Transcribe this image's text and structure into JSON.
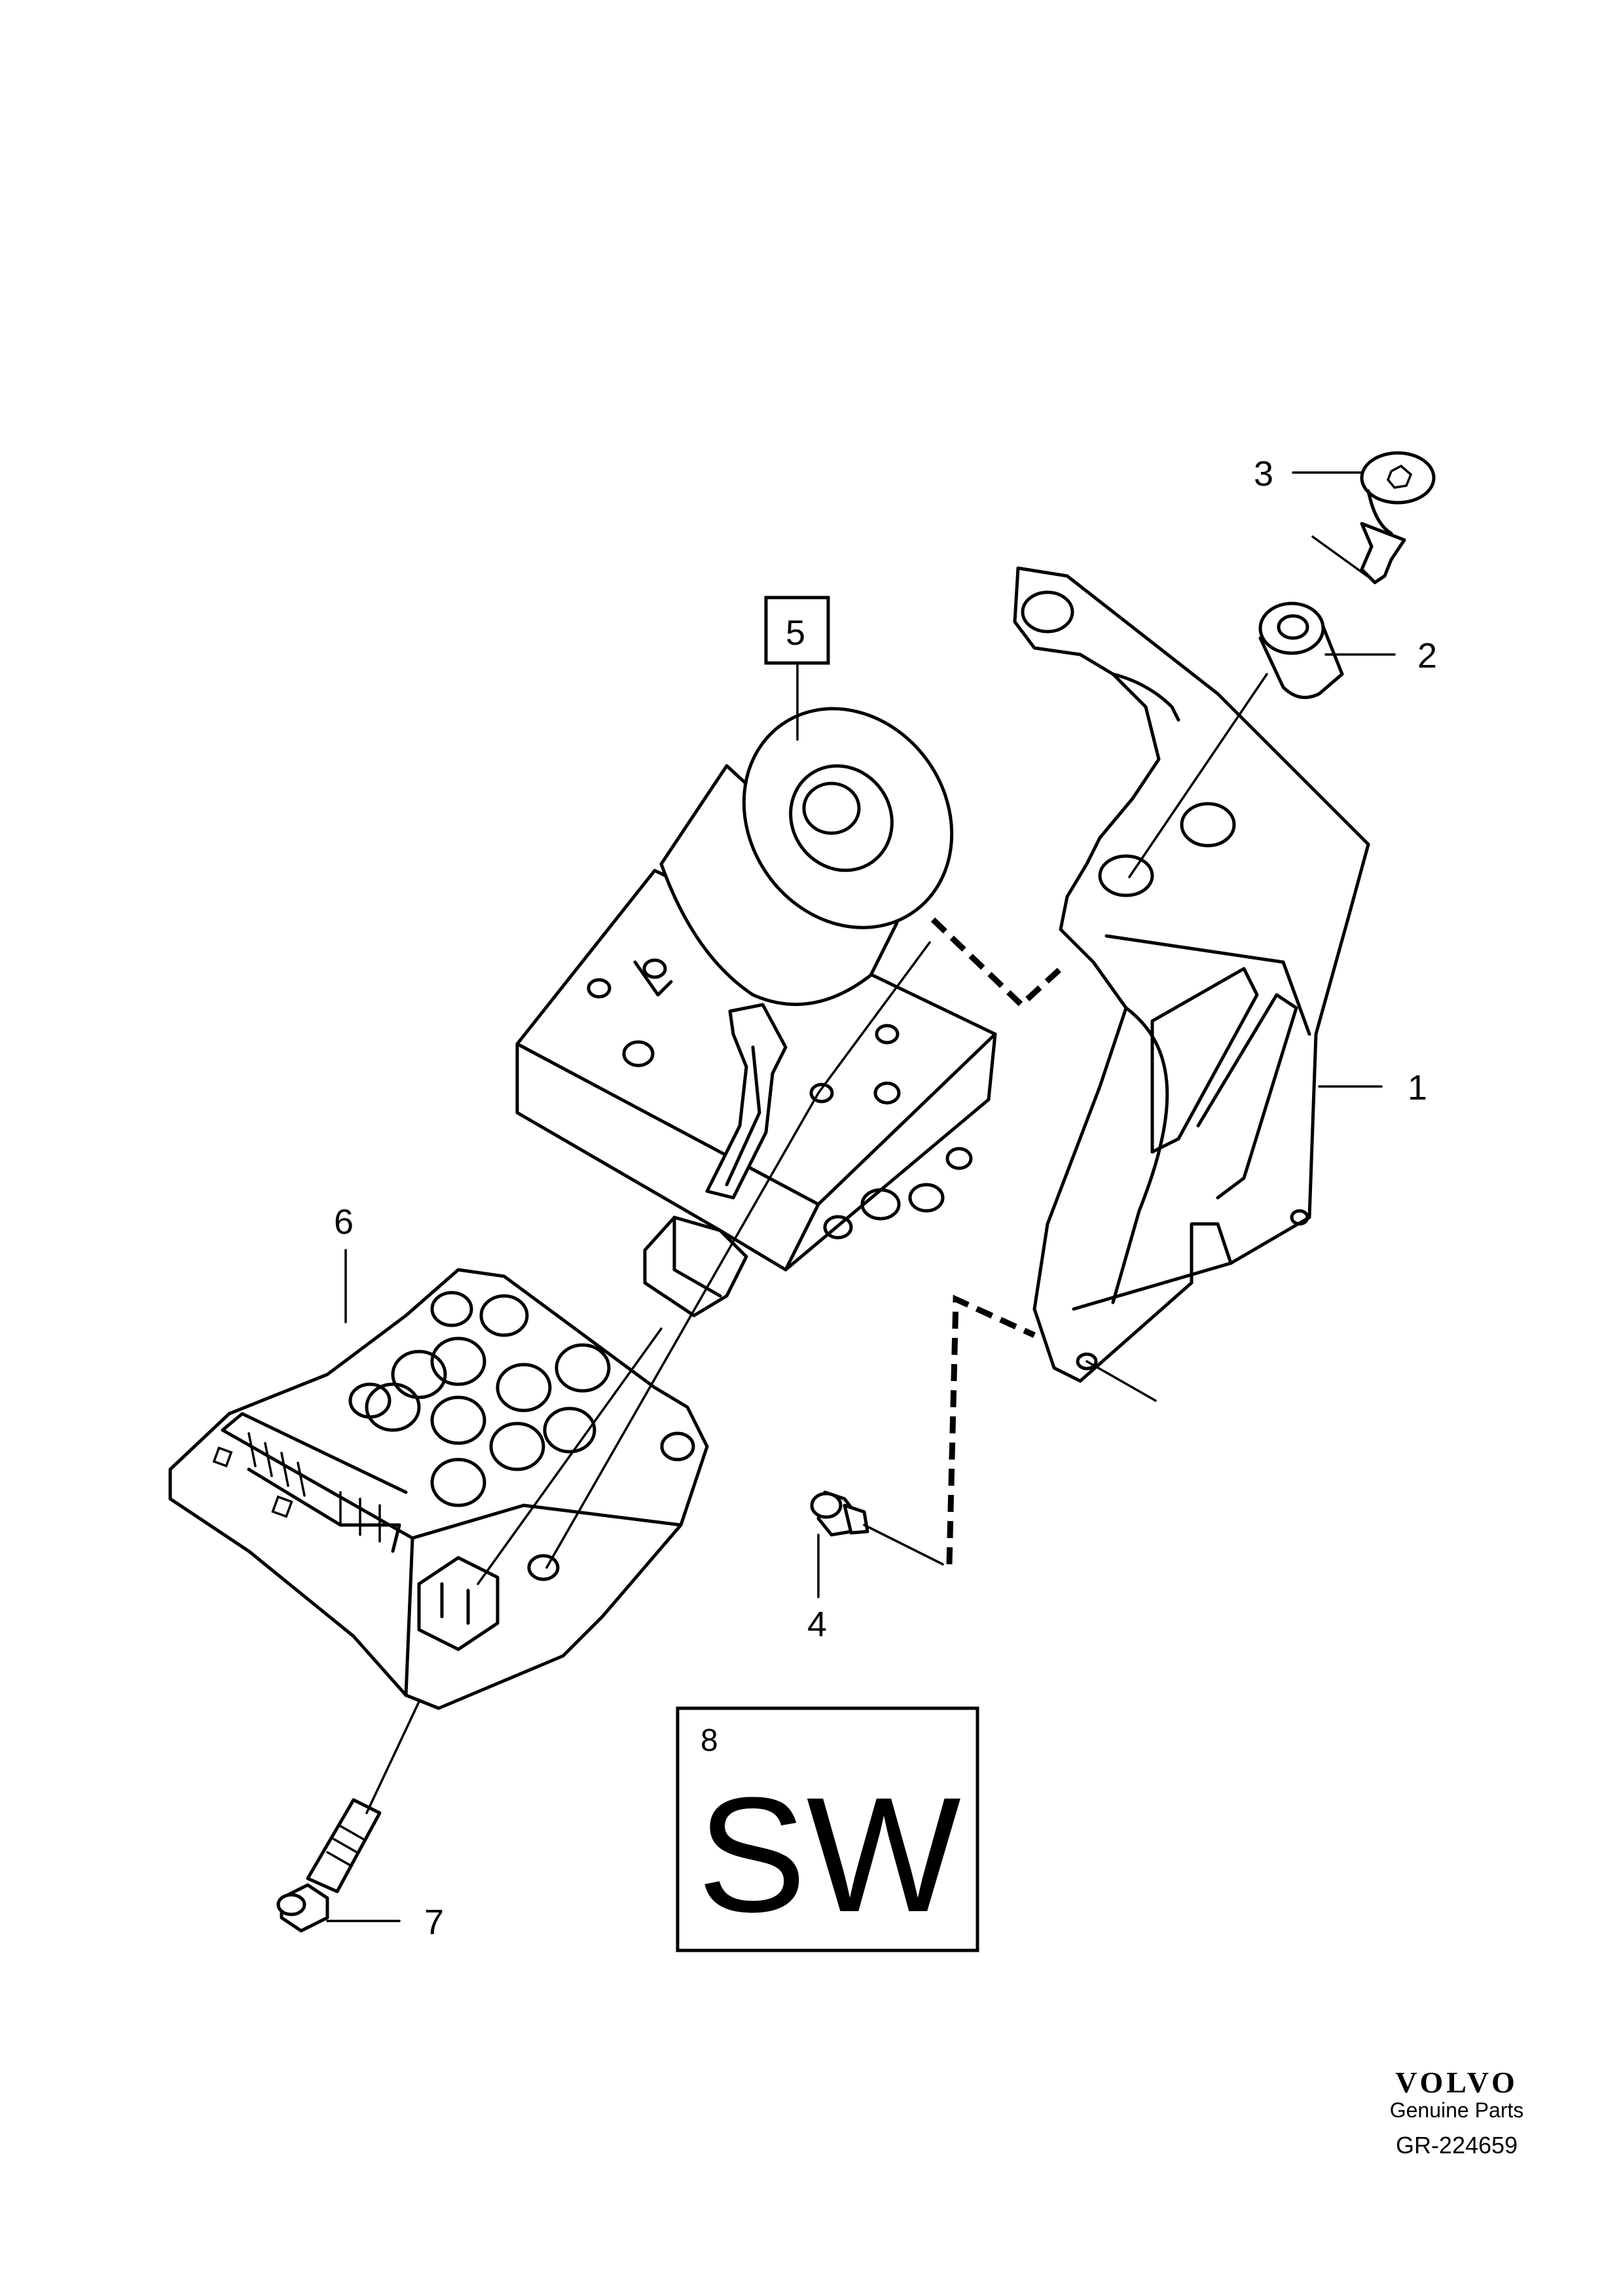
{
  "callouts": {
    "c1": "1",
    "c2": "2",
    "c3": "3",
    "c4": "4",
    "c5": "5",
    "c6": "6",
    "c7": "7"
  },
  "software_box": {
    "number": "8",
    "code": "SW"
  },
  "footer": {
    "brand": "VOLVO",
    "tagline": "Genuine Parts",
    "reference": "GR-224659"
  }
}
